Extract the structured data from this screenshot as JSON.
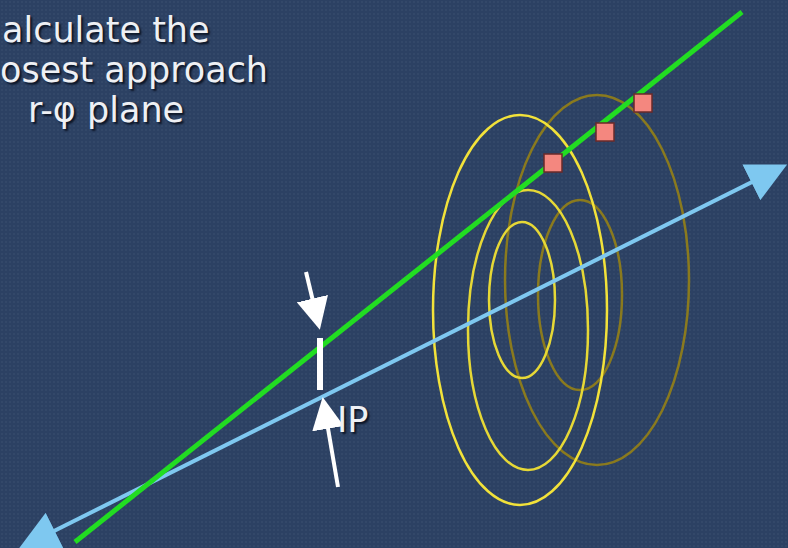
{
  "diagram": {
    "labels": [
      "alculate the",
      "osest approach",
      "r-φ plane",
      "IP"
    ]
  }
}
